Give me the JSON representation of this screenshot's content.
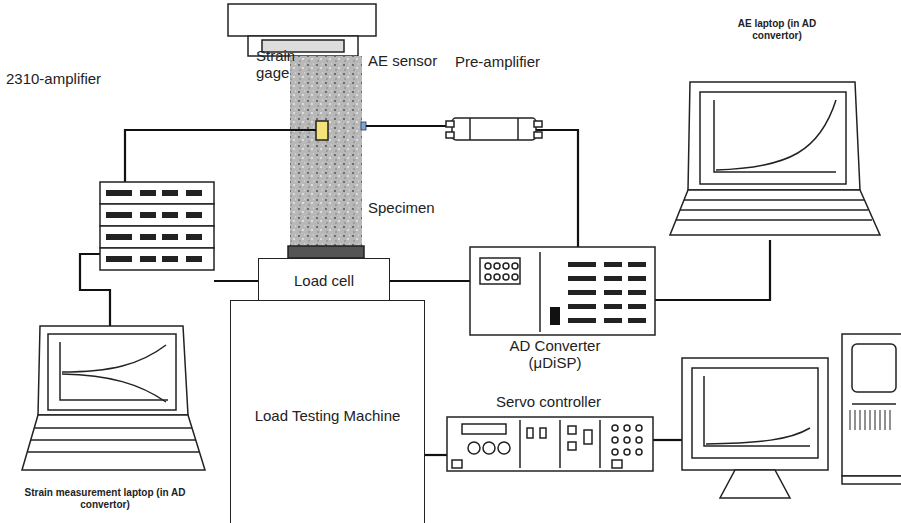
{
  "diagram": {
    "nodes": [
      {
        "text": [
          "Load cell"
        ]
      },
      {
        "text": [
          "Load Testing Machine"
        ]
      }
    ],
    "labels": [
      "Strain gage",
      "2310-amplifier",
      "AE sensor",
      "Pre-amplifier",
      "Specimen",
      "AE laptop (in AD convertor)",
      "AD Converter (μDiSP)",
      "Servo controller",
      "Strain measurement laptop (in AD convertor)"
    ]
  }
}
